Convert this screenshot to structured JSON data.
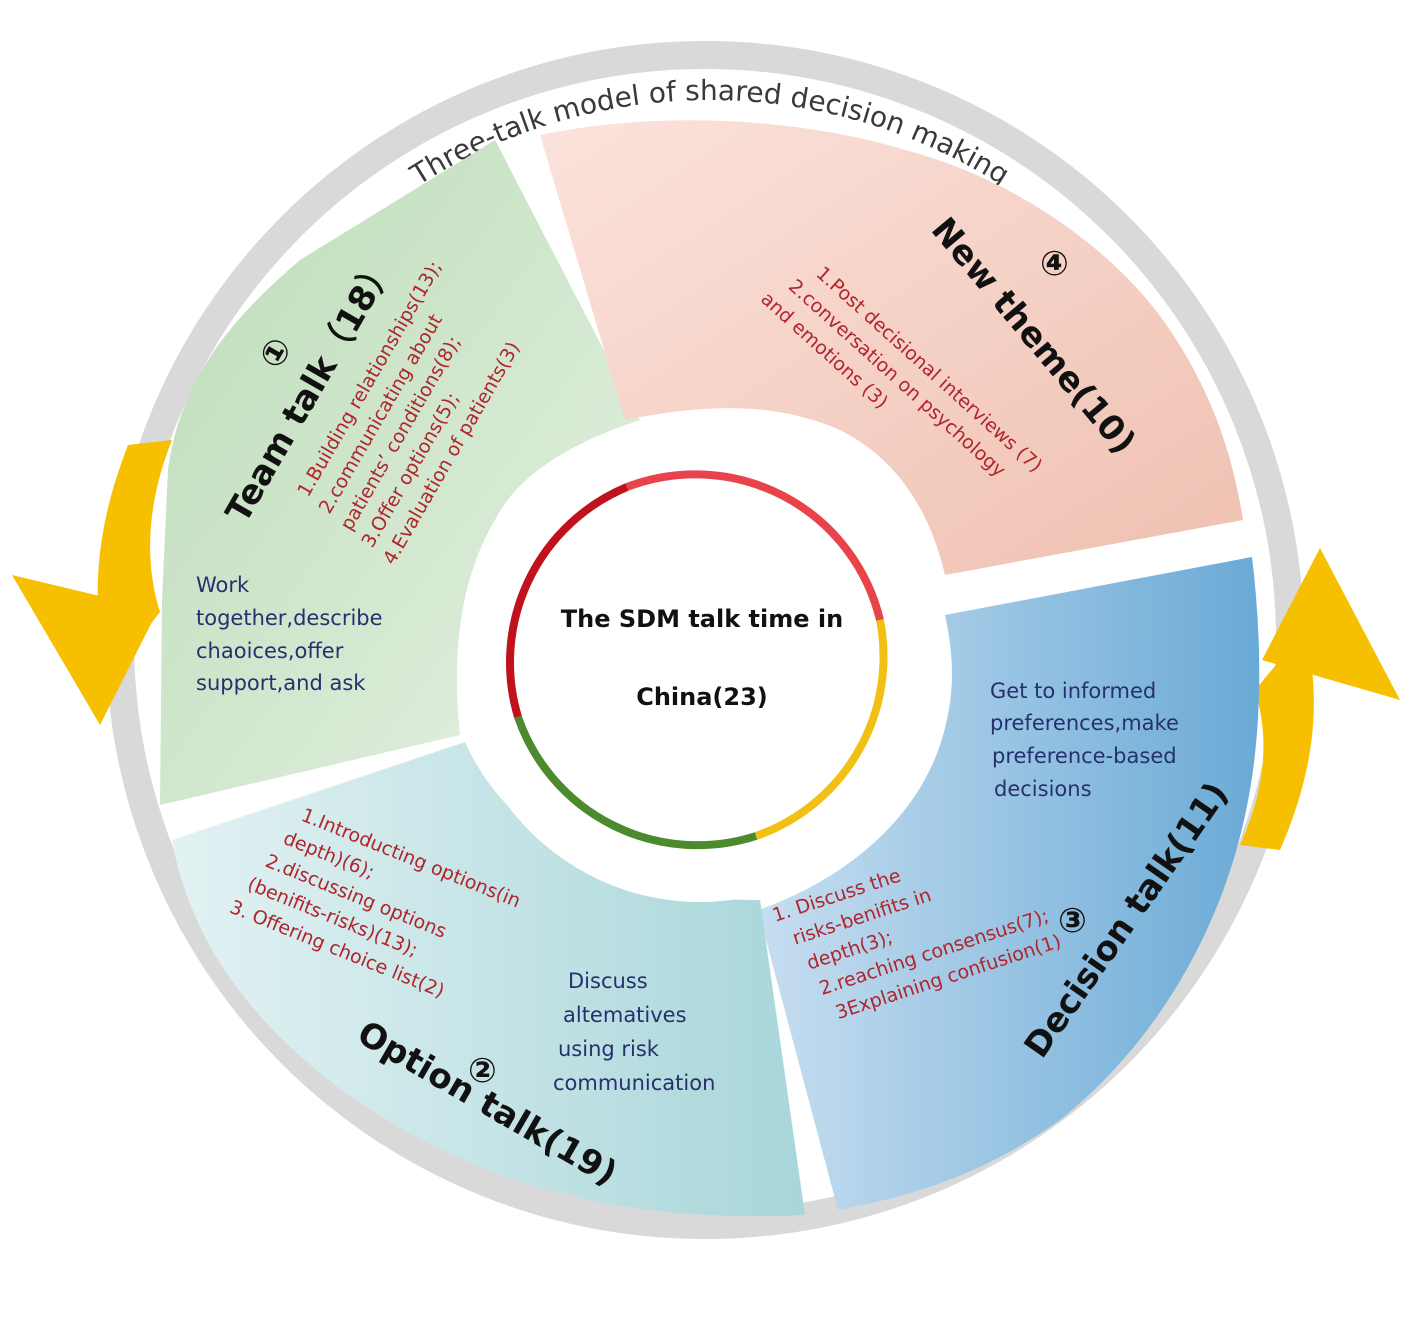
{
  "title": "Three-talk model of shared decision making",
  "center": {
    "line1": "The SDM talk time in",
    "line2": "China(23)"
  },
  "sections": {
    "team": {
      "number": "①",
      "heading": "Team talk（18）",
      "items": [
        "1.Building relationships(13);",
        "2.communicating about",
        "patients’ conditions(8);",
        "3.Offer options(5);",
        "4.Evaluation of patients(3)"
      ],
      "description": [
        "Work",
        "together,describe",
        "chaoices,offer",
        "support,and ask"
      ]
    },
    "newtheme": {
      "number": "④",
      "heading": "New theme(10)",
      "items": [
        "1.Post decisional interviews (7)",
        "2.conversation on psychology",
        "and emotions (3)"
      ]
    },
    "decision": {
      "number": "③",
      "heading": "Decision talk(11)",
      "items": [
        "1.    Discuss the",
        "risks-benifits in",
        "depth(3);",
        "2.reaching consensus(7);",
        "3Explaining confusion(1)"
      ],
      "description": [
        "Get to informed",
        "preferences,make",
        "preference-based",
        "decisions"
      ]
    },
    "option": {
      "number": "②",
      "heading": "Option talk(19)",
      "items": [
        "1.Introducting options(in",
        "depth)(6);",
        "2.discussing options",
        "(benifits-risks)(13);",
        "3. Offering choice list(2)"
      ],
      "description": [
        "Discuss",
        "altematives",
        "using risk",
        "communication"
      ]
    }
  },
  "colors": {
    "team": "#cfe5cc",
    "newtheme": "#f4cfc3",
    "decision": "#8fc0e0",
    "option": "#c2e2e4",
    "outer_ring": "#dcdcdc",
    "arrow": "#f6c000",
    "ring_red": "#e8424a",
    "ring_darkred": "#c0121c",
    "ring_green": "#4c8a2e",
    "ring_yellow": "#f2c012"
  }
}
